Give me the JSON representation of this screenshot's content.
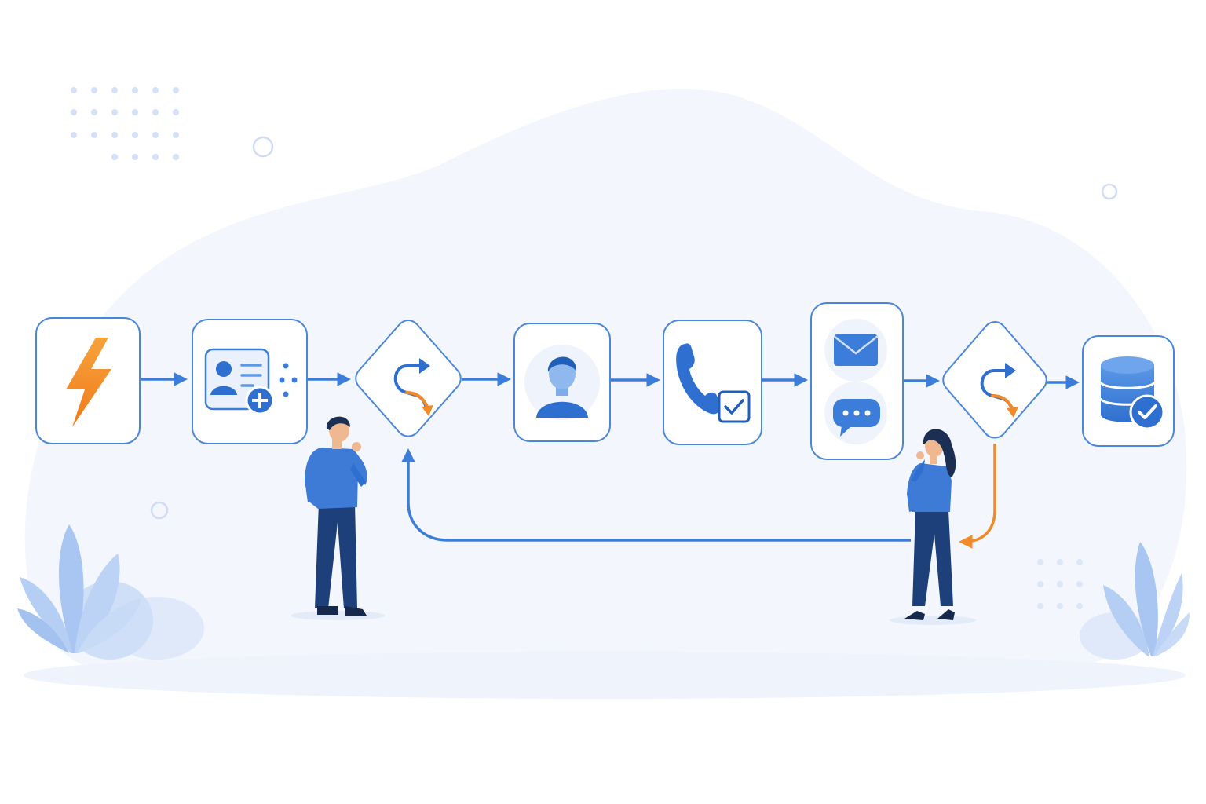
{
  "colors": {
    "primary": "#3b7dd8",
    "primary_dark": "#1f5fb8",
    "accent_orange": "#f28a28",
    "card_border": "#4a86dc",
    "background_blob": "#f3f6fd",
    "figure_pants": "#1d3f7a",
    "figure_shirt": "#3d7bd6"
  },
  "workflow": {
    "steps": [
      {
        "icon": "lightning-bolt-icon",
        "shape": "rounded-square"
      },
      {
        "icon": "add-contact-card-icon",
        "shape": "rounded-square"
      },
      {
        "icon": "branch-decision-icon",
        "shape": "diamond"
      },
      {
        "icon": "user-profile-icon",
        "shape": "rounded-square"
      },
      {
        "icon": "phone-call-check-icon",
        "shape": "rounded-square"
      },
      {
        "icon": "email-and-chat-icon",
        "shape": "rounded-square"
      },
      {
        "icon": "branch-decision-icon",
        "shape": "diamond"
      },
      {
        "icon": "database-check-icon",
        "shape": "rounded-square"
      }
    ],
    "connections": [
      {
        "from": 1,
        "to": 2,
        "kind": "forward"
      },
      {
        "from": 2,
        "to": 3,
        "kind": "forward"
      },
      {
        "from": 3,
        "to": 4,
        "kind": "forward"
      },
      {
        "from": 4,
        "to": 5,
        "kind": "forward"
      },
      {
        "from": 5,
        "to": 6,
        "kind": "forward"
      },
      {
        "from": 6,
        "to": 7,
        "kind": "forward"
      },
      {
        "from": 7,
        "to": 8,
        "kind": "forward"
      },
      {
        "from": 7,
        "to": 3,
        "kind": "loop-back"
      }
    ]
  },
  "figures": [
    {
      "name": "man-thinking-figure"
    },
    {
      "name": "woman-thinking-figure"
    }
  ]
}
